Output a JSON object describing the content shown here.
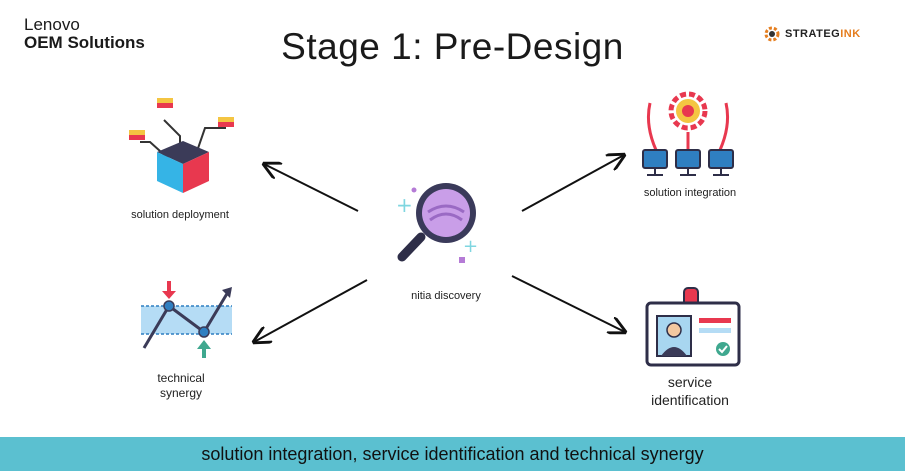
{
  "brand": {
    "line1": "Lenovo",
    "line2": "OEM Solutions"
  },
  "title": "Stage 1: Pre-Design",
  "logo": {
    "text_prefix": "STRATEG",
    "text_accent": "INK",
    "icon": "gear-logo-icon"
  },
  "center": {
    "label": "nitia discovery",
    "icon": "magnifier-icon"
  },
  "nodes": [
    {
      "label": "solution deployment",
      "icon": "cube-network-icon"
    },
    {
      "label": "solution integration",
      "icon": "gear-network-icon"
    },
    {
      "label_line1": "technical",
      "label_line2": "synergy",
      "icon": "chart-arrows-icon"
    },
    {
      "label_line1": "service",
      "label_line2": "identification",
      "icon": "id-card-icon"
    }
  ],
  "banner": "solution integration, service identification and technical synergy",
  "colors": {
    "banner": "#5bc0d0",
    "accent_purple": "#b57bd6",
    "accent_red": "#e8384f",
    "accent_blue": "#2f7fc1",
    "accent_teal": "#3fa88f"
  }
}
